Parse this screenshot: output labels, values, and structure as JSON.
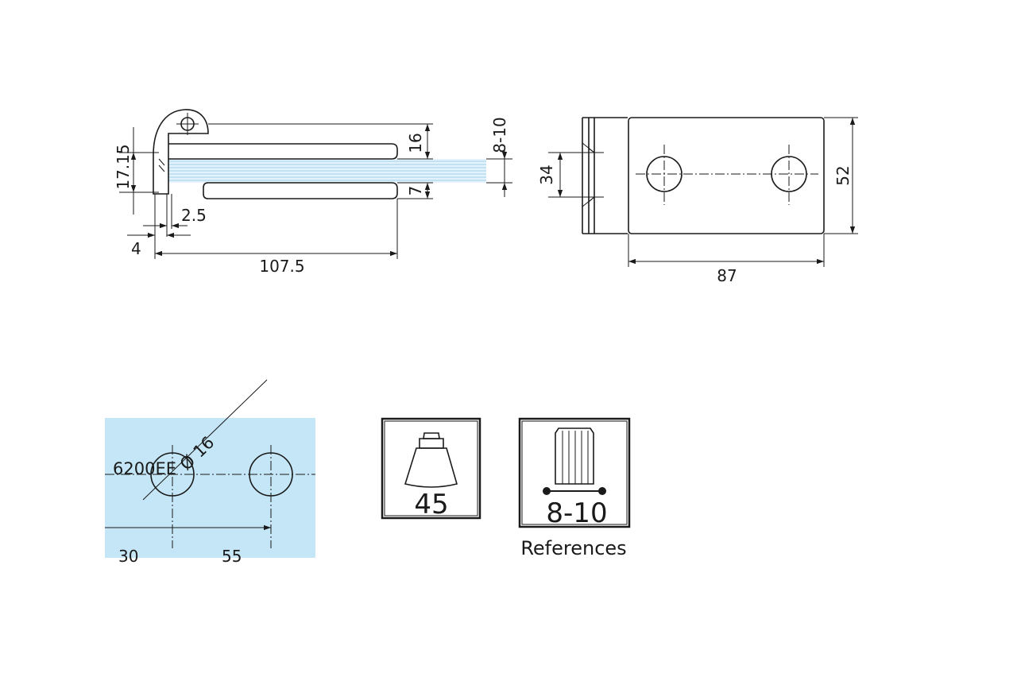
{
  "side_view": {
    "dim_17_15": "17.15",
    "dim_2_5": "2.5",
    "dim_4": "4",
    "dim_107_5": "107.5",
    "dim_16": "16",
    "dim_7": "7",
    "dim_glass": "8-10"
  },
  "front_view": {
    "dim_34": "34",
    "dim_52": "52",
    "dim_87": "87"
  },
  "cutout": {
    "code": "6200EE",
    "diameter": "Ø 16",
    "dim_30": "30",
    "dim_55": "55",
    "glass_color": "#c5e6f7"
  },
  "icons": {
    "angle_value": "45",
    "thickness_value": "8-10",
    "references_label": "References"
  },
  "colors": {
    "line": "#1a1a1a",
    "glass": "#c5e6f7",
    "glass_lines": "#9fd2ee"
  }
}
